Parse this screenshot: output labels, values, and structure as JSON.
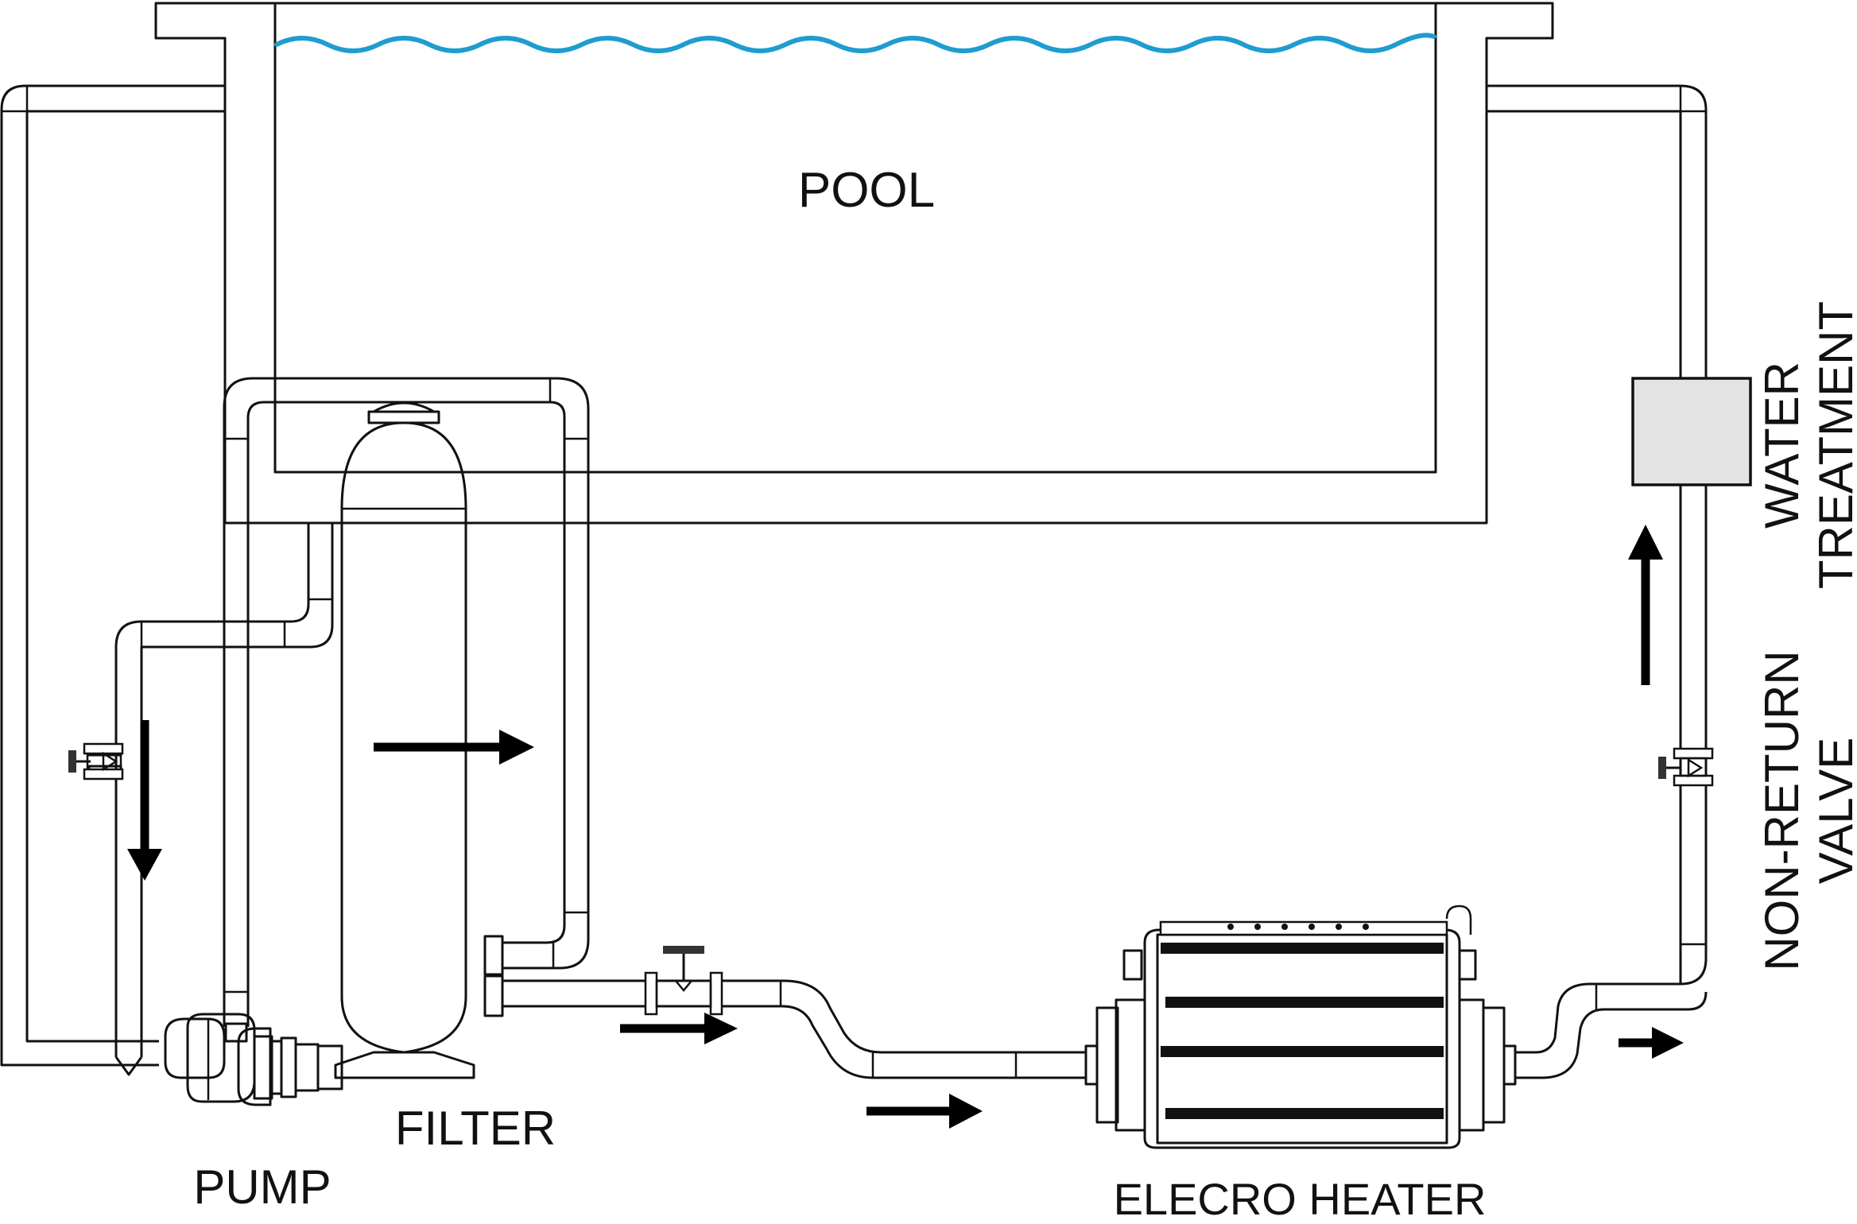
{
  "labels": {
    "pool": "POOL",
    "filter": "FILTER",
    "pump": "PUMP",
    "heater": "ELECRO HEATER",
    "water_treatment_line1": "WATER",
    "water_treatment_line2": "TREATMENT",
    "non_return_line1": "NON-RETURN",
    "non_return_line2": "VALVE"
  },
  "colors": {
    "water": "#1f9cd0",
    "line": "#111111",
    "treatment_box": "#e3e3e3",
    "background": "#ffffff"
  },
  "flow_arrows": [
    "down",
    "right",
    "right",
    "right",
    "up",
    "right"
  ],
  "icons": [
    "gate-valve-icon",
    "check-valve-icon",
    "flow-arrow-icon"
  ]
}
